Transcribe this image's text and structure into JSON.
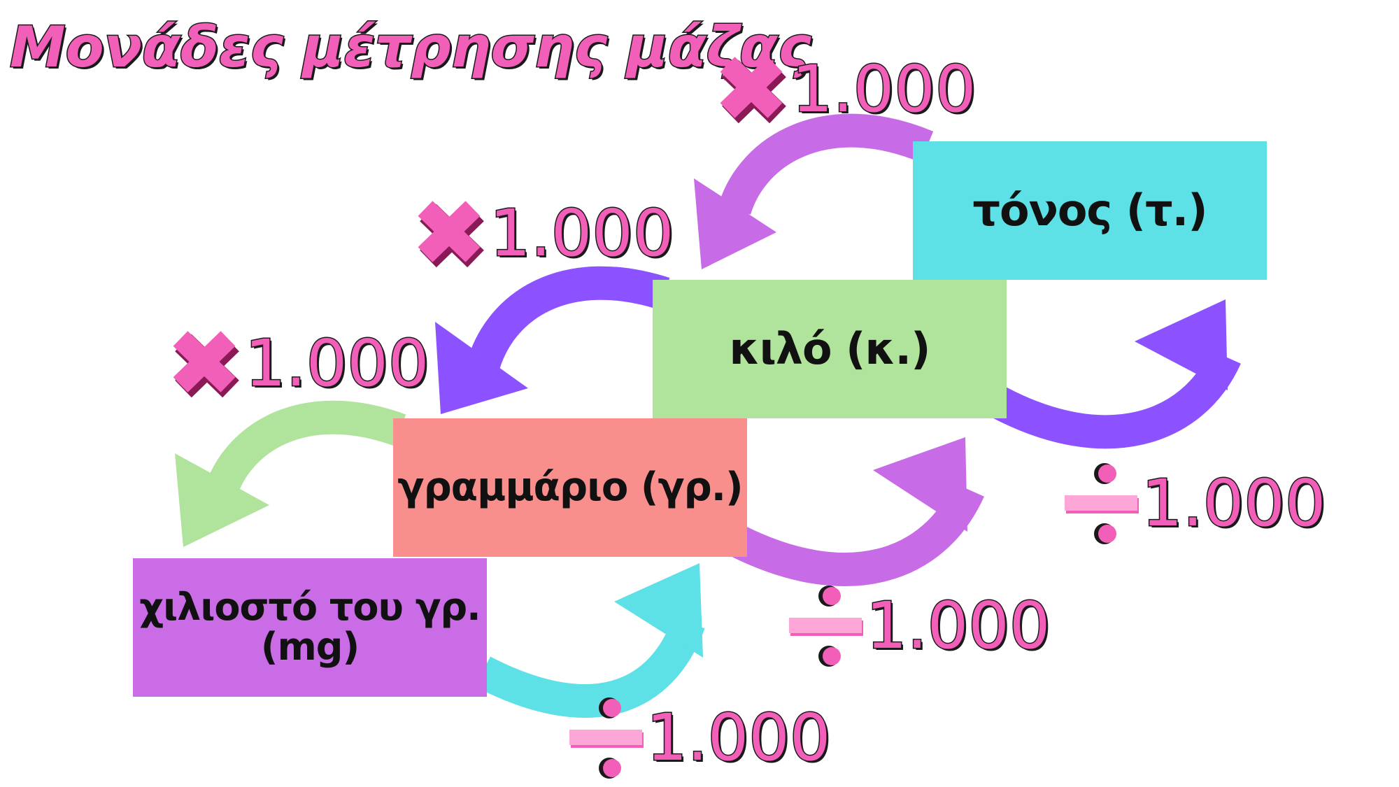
{
  "title": "Μονάδες μέτρησης μάζας",
  "units": {
    "ton": "τόνος (τ.)",
    "kilo": "κιλό (κ.)",
    "gram": "γραμμάριο (γρ.)",
    "milligram_line1": "χιλιοστό του γρ.",
    "milligram_line2": "(mg)"
  },
  "multiply_labels": [
    "1.000",
    "1.000",
    "1.000"
  ],
  "divide_labels": [
    "1.000",
    "1.000",
    "1.000"
  ],
  "colors": {
    "ton_box": "#5de0e6",
    "kilo_box": "#b0e39b",
    "gram_box": "#f88f8c",
    "milligram_box": "#c96ce6",
    "accent_pink": "#f25fb9",
    "arrow_violet": "#8c52ff",
    "arrow_lilac": "#c86be6",
    "arrow_green": "#b0e39b",
    "arrow_cyan": "#5de0e6"
  },
  "icons": [
    "multiply-icon",
    "divide-icon",
    "curved-arrow-icon"
  ]
}
